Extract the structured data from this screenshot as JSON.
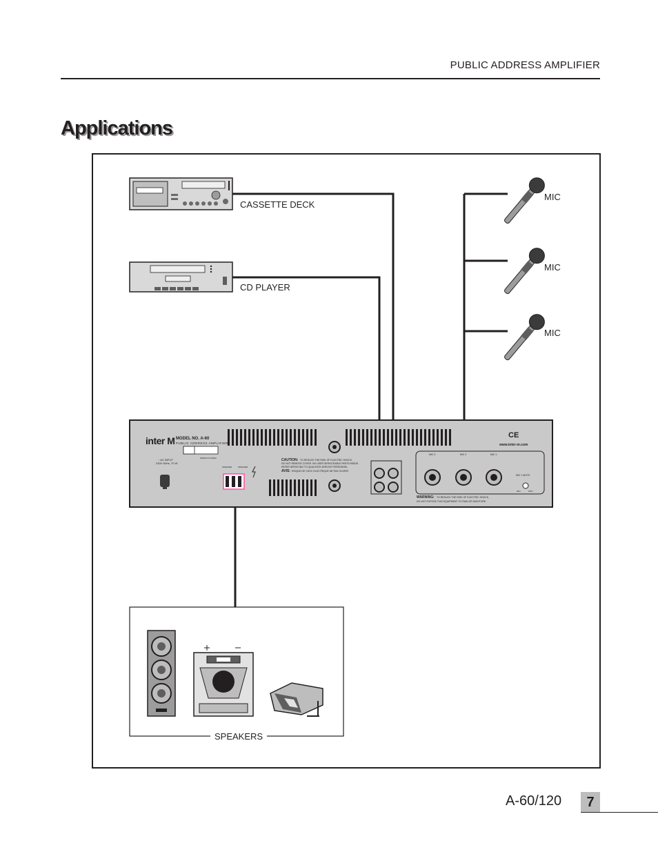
{
  "header": {
    "title": "PUBLIC ADDRESS AMPLIFIER"
  },
  "heading": "Applications",
  "devices": {
    "cassette": "CASSETTE DECK",
    "cd": "CD PLAYER",
    "mics": [
      "MIC",
      "MIC",
      "MIC"
    ],
    "speakers": "SPEAKERS"
  },
  "amplifier": {
    "brand": "inter M",
    "model": "MODEL NO. A-60",
    "subtitle": "PUBLIC ADDRESS AMPLIFIER",
    "made_in": "MADE IN KOREA",
    "ac_input_1": "~ AC INPUT",
    "ac_input_2": "230V 60Hz, 70 W",
    "caution_title": "CAUTION:",
    "caution_text_1": "TO REDUCE THE RISK OF ELECTRIC SHOCK,",
    "caution_text_2": "DO NOT REMOVE COVER. NO USER SERVICEABLE PARTS INSIDE.",
    "caution_text_3": "REFER SERVICING TO QUALIFIED SERVICE PERSONNEL.",
    "avis_title": "AVIS:",
    "avis_text": "RISQUE DE CHOC ELECTRIQUE NE PAS OUVRIR",
    "mic3": "MIC 3",
    "mic2": "MIC 2",
    "mic1": "MIC 1",
    "mute": "MIC 1 MUTE",
    "min": "MIN",
    "max": "MAX",
    "website": "www.inter-m.com",
    "warning_title": "WARNING:",
    "warning_text_1": "TO REDUCE THE RISK OF ELECTRIC SHOCK,",
    "warning_text_2": "DO NOT EXPOSE THIS EQUIPMENT TO RAIN OR MOISTURE.",
    "ce": "CE",
    "spk_a": "SPEAKER",
    "spk_b": "SPEAKER"
  },
  "footer": {
    "model": "A-60/120",
    "page": "7"
  }
}
